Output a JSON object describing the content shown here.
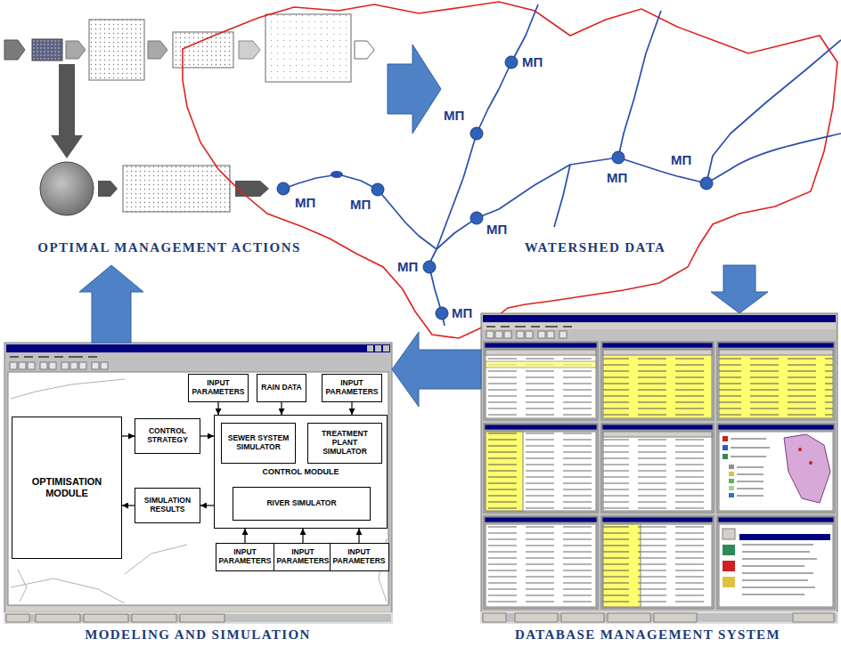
{
  "diagram": {
    "nodes": [
      {
        "text": [
          "OPTIMAL MANAGEMENT ACTIONS"
        ]
      },
      {
        "text": [
          "WATERSHED DATA"
        ]
      },
      {
        "text": [
          "DATABASE MANAGEMENT SYSTEM"
        ]
      },
      {
        "text": [
          "MODELING AND SIMULATION"
        ]
      },
      {
        "text": [
          "INPUT PARAMETERS"
        ],
        "in": 3
      },
      {
        "text": [
          "RAIN DATA"
        ],
        "in": 3
      },
      {
        "text": [
          "INPUT PARAMETERS"
        ],
        "in": 3
      },
      {
        "text": [
          "OPTIMISATION MODULE"
        ],
        "in": 3
      },
      {
        "text": [
          "CONTROL STRATEGY"
        ],
        "in": 3
      },
      {
        "text": [
          "CONTROL MODULE"
        ],
        "in": 3
      },
      {
        "text": [
          "SEWER SYSTEM SIMULATOR"
        ],
        "in": 9
      },
      {
        "text": [
          "TREATMENT PLANT SIMULATOR"
        ],
        "in": 9
      },
      {
        "text": [
          "SIMULATION RESULTS"
        ],
        "in": 3
      },
      {
        "text": [
          "RIVER SIMULATOR"
        ],
        "in": 9
      },
      {
        "text": [
          "INPUT PARAMETERS"
        ],
        "in": 3
      },
      {
        "text": [
          "INPUT PARAMETERS"
        ],
        "in": 3
      },
      {
        "text": [
          "INPUT PARAMETERS"
        ],
        "in": 3
      }
    ],
    "edges": [
      {
        "from": 0,
        "to": 1,
        "arrow": "to"
      },
      {
        "from": 1,
        "to": 2,
        "arrow": "to"
      },
      {
        "from": 2,
        "to": 3,
        "arrow": "to"
      },
      {
        "from": 3,
        "to": 0,
        "arrow": "to"
      },
      {
        "from": 7,
        "to": 8,
        "arrow": "to"
      },
      {
        "from": 8,
        "to": 9,
        "arrow": "to"
      },
      {
        "from": 9,
        "to": 12,
        "arrow": "to"
      },
      {
        "from": 12,
        "to": 7,
        "arrow": "to"
      },
      {
        "from": 4,
        "to": 9,
        "arrow": "to"
      },
      {
        "from": 5,
        "to": 9,
        "arrow": "to"
      },
      {
        "from": 6,
        "to": 9,
        "arrow": "to"
      },
      {
        "from": 14,
        "to": 9,
        "arrow": "to"
      },
      {
        "from": 15,
        "to": 9,
        "arrow": "to"
      },
      {
        "from": 16,
        "to": 9,
        "arrow": "to"
      }
    ],
    "labels": [
      "МП",
      "МП",
      "МП",
      "МП",
      "МП",
      "МП",
      "МП",
      "МП",
      "МП"
    ]
  }
}
